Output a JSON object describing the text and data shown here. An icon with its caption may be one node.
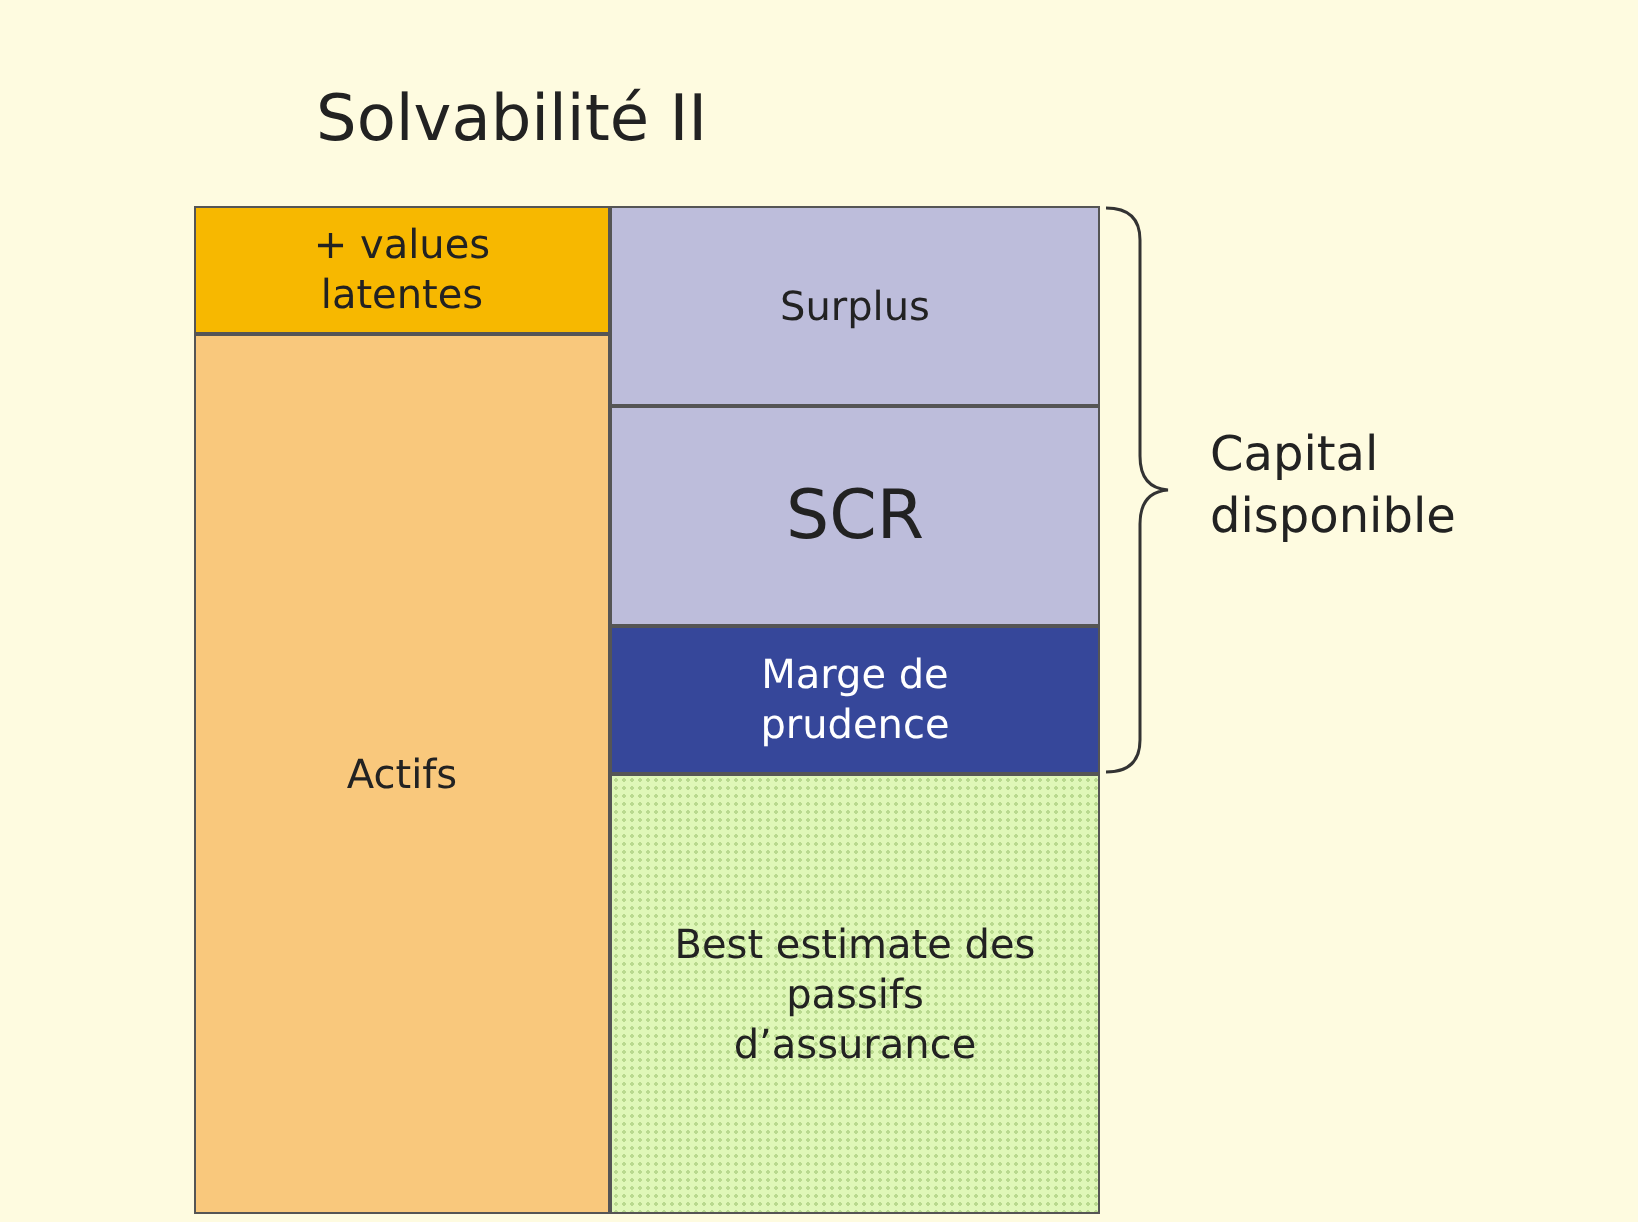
{
  "diagram": {
    "title": "Solvabilité II",
    "nodes": [
      {
        "text": [
          "+ values latentes"
        ]
      },
      {
        "text": [
          "Actifs"
        ]
      },
      {
        "text": [
          "Surplus"
        ]
      },
      {
        "text": [
          "SCR"
        ]
      },
      {
        "text": [
          "Marge de prudence"
        ]
      },
      {
        "text": [
          "Best estimate des passifs d’assurance"
        ]
      }
    ],
    "labels": [
      "Capital disponible"
    ]
  }
}
